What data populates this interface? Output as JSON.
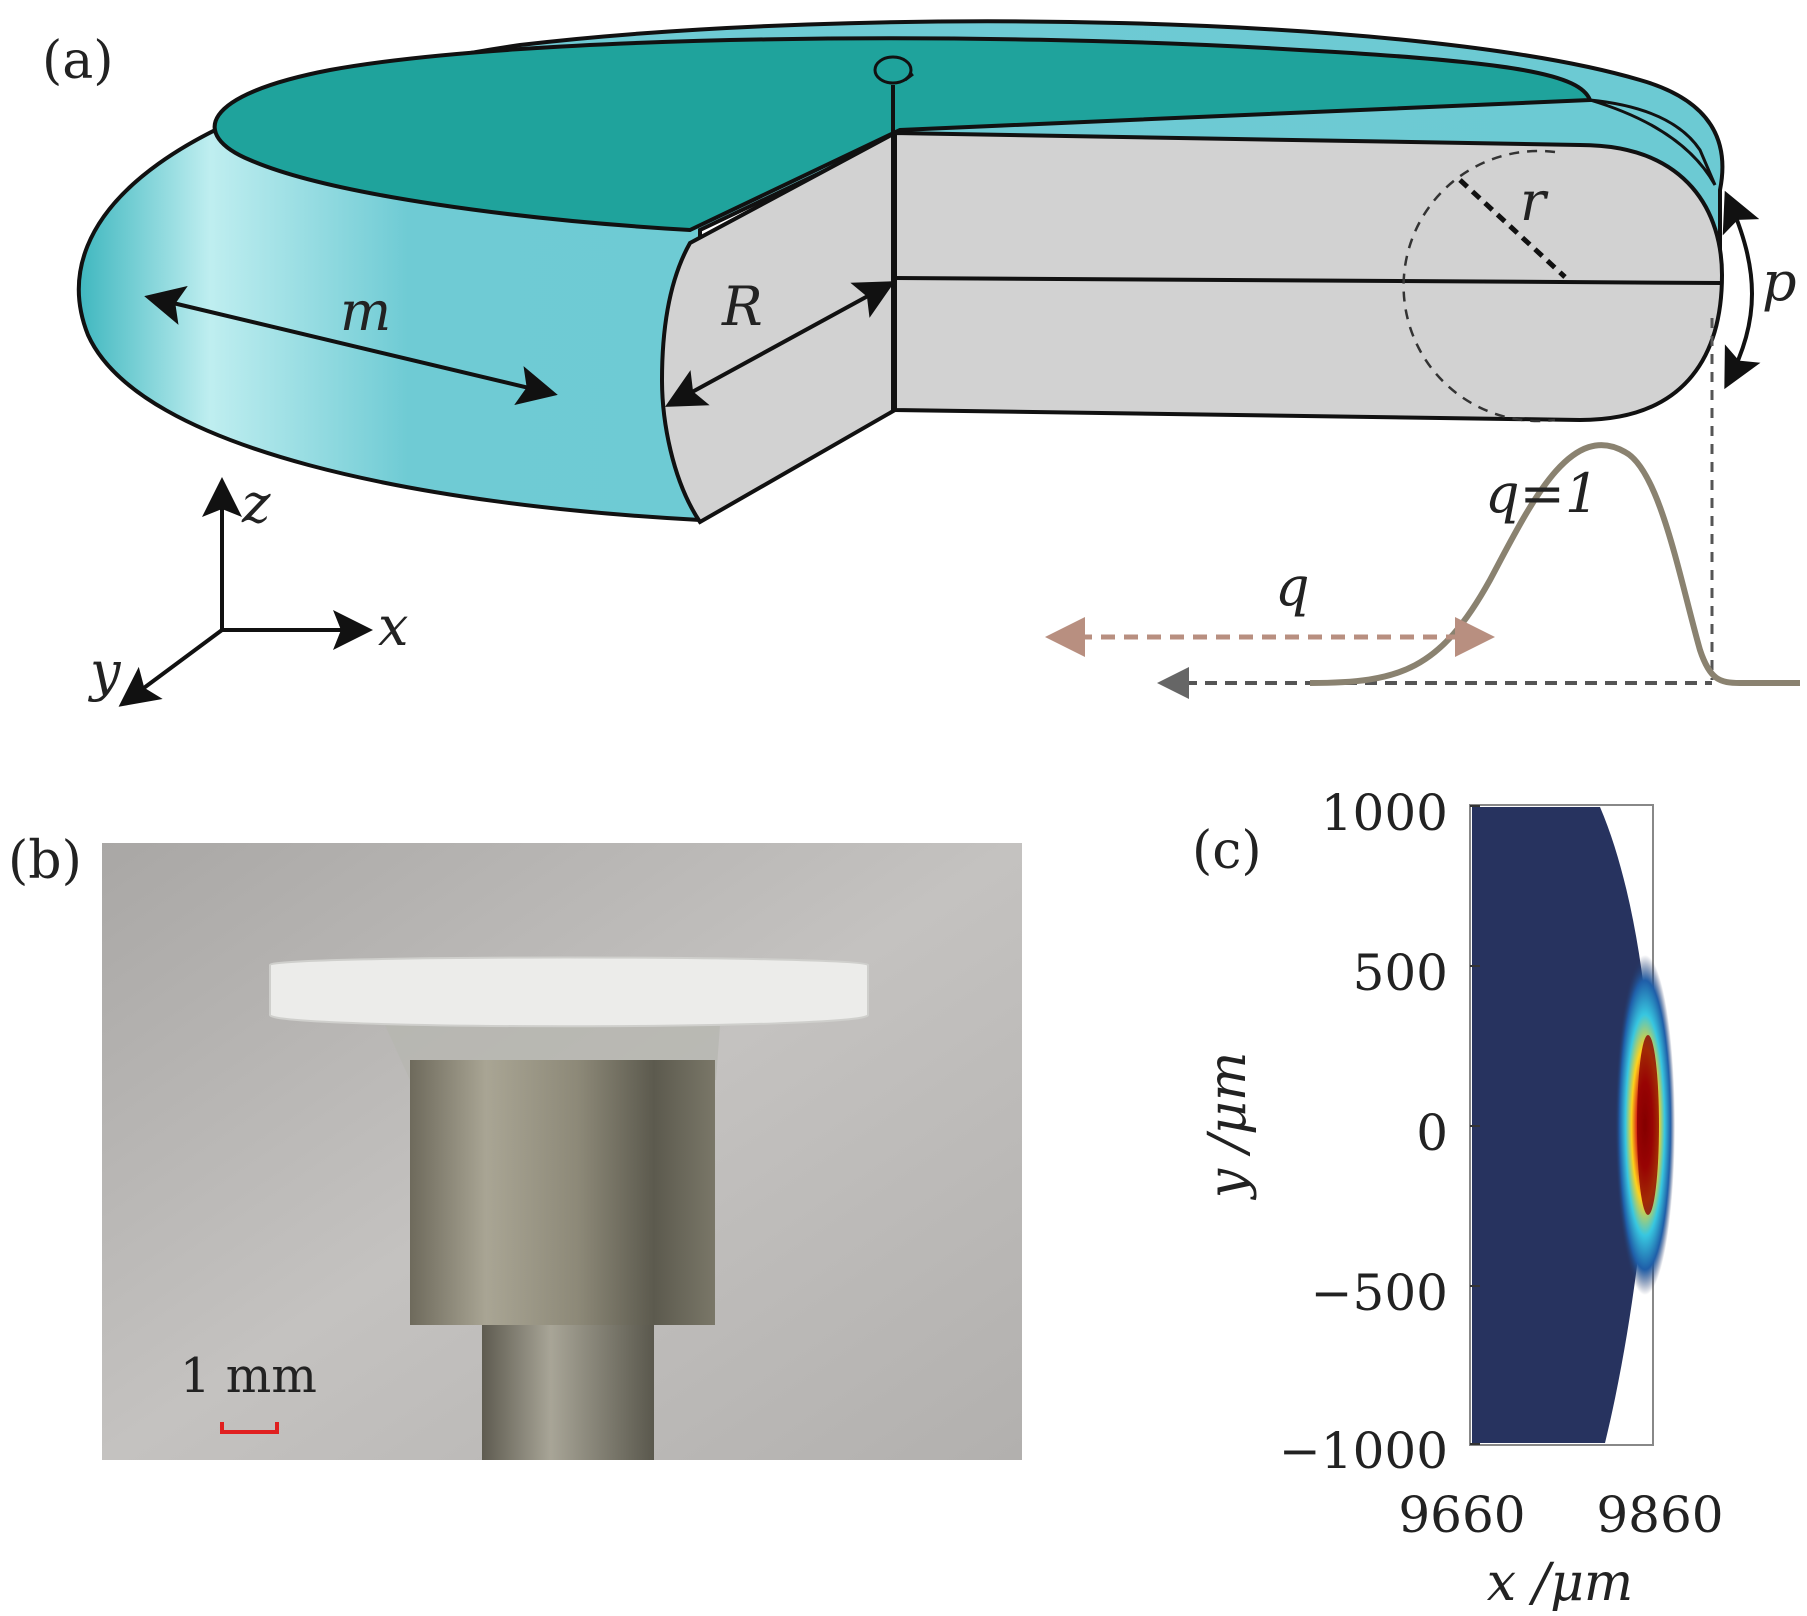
{
  "panels": {
    "a": {
      "label": "(a)",
      "symbols": {
        "m": "m",
        "R": "R",
        "r": "r",
        "p": "p",
        "q": "q",
        "q_eq": "q=1"
      },
      "axes": {
        "x": "x",
        "y": "y",
        "z": "z"
      }
    },
    "b": {
      "label": "(b)",
      "scale_bar": "1 mm"
    },
    "c": {
      "label": "(c)",
      "y_ticks": [
        "1000",
        "500",
        "0",
        "−500",
        "−1000"
      ],
      "x_ticks": [
        "9660",
        "9860"
      ],
      "y_title": "y /μm",
      "x_title": "x /μm"
    }
  },
  "colors": {
    "disk_top": "#1fa39c",
    "disk_side": "#6fcbd4",
    "cross_section": "#d2d2d2",
    "mode_curve": "#8a8270",
    "q_arrow": "#b88f80",
    "heatmap_bg": "#27335f",
    "photo_bg": "#b8b6b4"
  }
}
